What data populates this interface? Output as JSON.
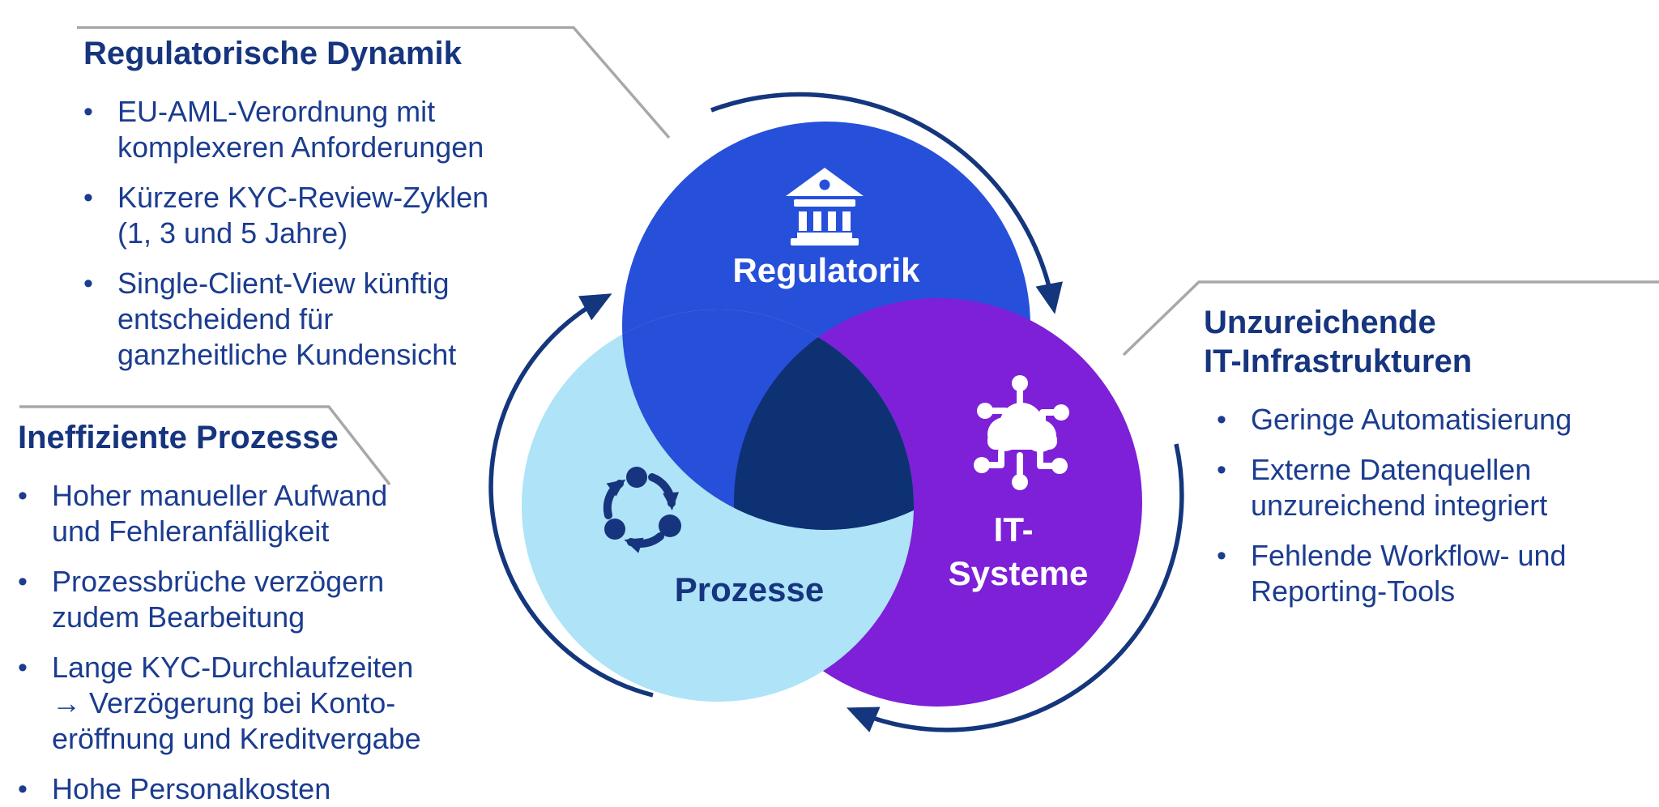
{
  "ui": {
    "bullet_char": "•"
  },
  "colors": {
    "circle_regulatorik_blue": "#2650D9",
    "circle_prozesse_light_blue": "#AEE3F8",
    "circle_it_purple": "#7D20D8",
    "center_overlap_navy": "#0D3173",
    "heading_navy": "#16357E",
    "text_navy": "#1B3C8F",
    "arrow_navy": "#14367D",
    "connector_gray": "#A8A8A8"
  },
  "blocks": [
    {
      "heading": "Regulatorische Dynamik",
      "items": [
        "EU-AML-Verordnung mit\nkomplexeren Anforderungen",
        "Kürzere KYC-Review-Zyklen\n(1, 3 und 5 Jahre)",
        "Single-Client-View künftig\nentscheidend für\nganzheitliche Kundensicht"
      ]
    },
    {
      "heading": "Ineffiziente Prozesse",
      "items": [
        "Hoher manueller Aufwand\nund Fehleranfälligkeit",
        "Prozessbrüche verzögern\nzudem Bearbeitung",
        "Lange KYC-Durchlaufzeiten\n→ Verzögerung bei Konto-\neröffnung und Kreditvergabe",
        "Hohe Personalkosten"
      ]
    },
    {
      "heading": "Unzureichende\nIT-Infrastrukturen",
      "items": [
        "Geringe Automatisierung",
        "Externe Datenquellen\nunzureichend integriert",
        "Fehlende Workflow- und\nReporting-Tools"
      ]
    }
  ],
  "venn": {
    "regulatorik": {
      "label": "Regulatorik",
      "icon": "bank-icon"
    },
    "prozesse": {
      "label": "Prozesse",
      "icon": "cycle-arrows-icon"
    },
    "it_systeme": {
      "label_line1": "IT-",
      "label_line2": "Systeme",
      "icon": "cloud-network-icon"
    },
    "rotation": "clockwise"
  }
}
